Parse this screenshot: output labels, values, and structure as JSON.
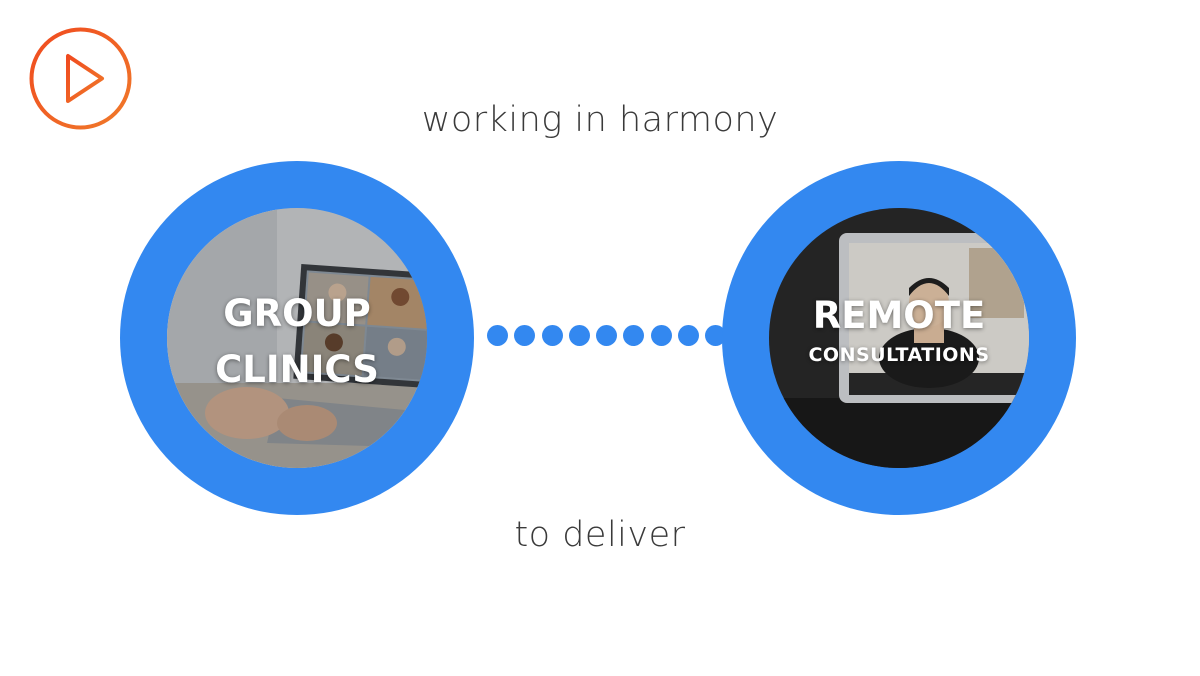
{
  "captions": {
    "top": "working in harmony",
    "bottom": "to deliver"
  },
  "left_circle": {
    "line1": "GROUP",
    "line2": "CLINICS"
  },
  "right_circle": {
    "line1": "REMOTE",
    "line2": "CONSULTATIONS"
  },
  "connector_dot_count": 9,
  "icons": {
    "play": "play-icon"
  },
  "colors": {
    "accent_ring": "#3388f0",
    "play_icon": "#ee5a24",
    "caption_text": "#3a3a3a",
    "label_text": "#ffffff"
  }
}
